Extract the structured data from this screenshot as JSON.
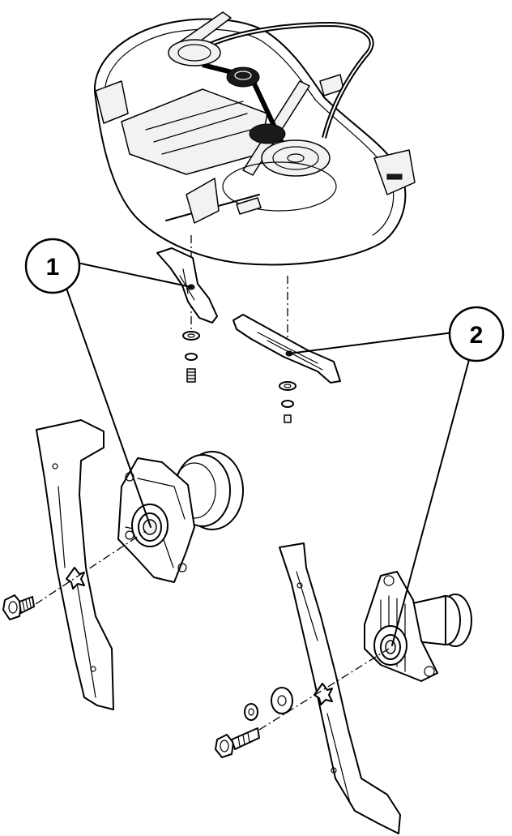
{
  "callouts": [
    {
      "id": "1",
      "label": "1",
      "target": "blade-left"
    },
    {
      "id": "2",
      "label": "2",
      "target": "blade-right"
    }
  ]
}
